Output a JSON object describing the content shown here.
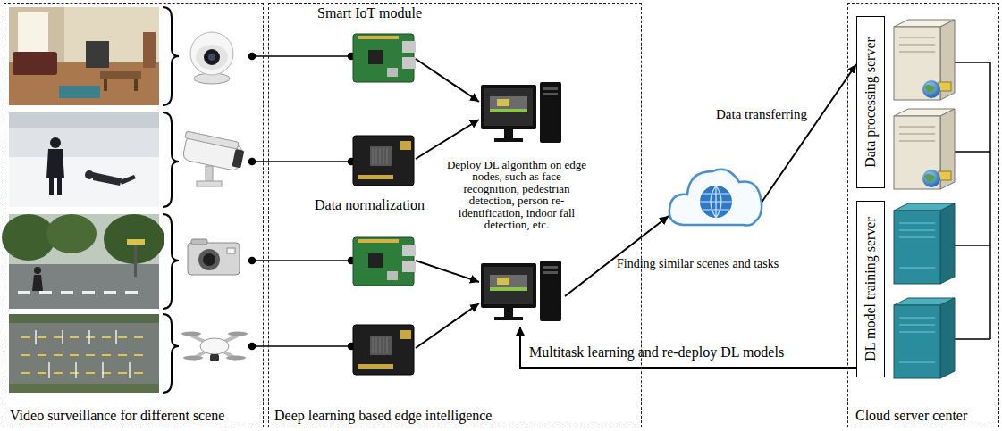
{
  "diagram": {
    "nodes": [
      {
        "text": [
          "Video surveillance for different scene"
        ]
      },
      {
        "text": [
          "Deep learning based edge intelligence"
        ]
      },
      {
        "text": [
          "Finding similar scenes and tasks"
        ]
      },
      {
        "text": [
          "Cloud server center"
        ]
      },
      {
        "text": [
          "Data processing server"
        ],
        "in": 3
      },
      {
        "text": [
          "DL model training server"
        ],
        "in": 3
      }
    ],
    "edges": [
      {
        "from": 2,
        "to": 4,
        "arrow": "to",
        "label": "Data transferring"
      }
    ],
    "labels": [
      "Smart IoT module",
      "Data normalization",
      "Deploy DL algorithm on edge nodes, such as face recognition, pedestrian detection, person re-identification, indoor fall detection, etc.",
      "Multitask learning and re-deploy DL models"
    ]
  }
}
